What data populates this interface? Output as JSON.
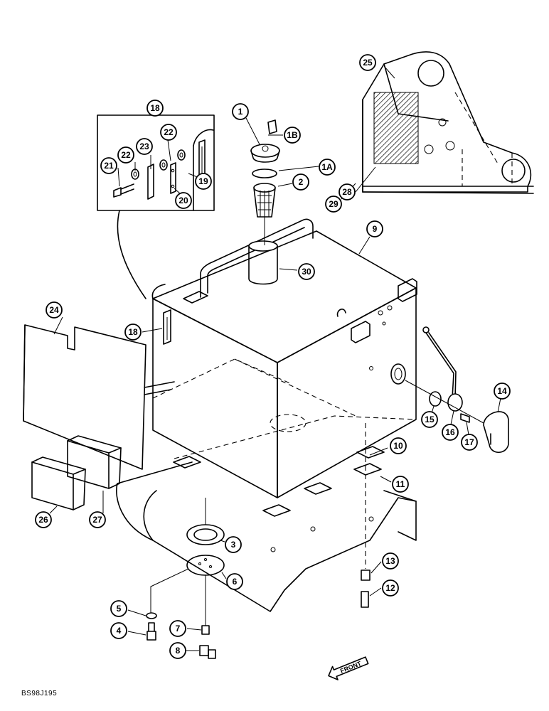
{
  "drawing": {
    "code": "BS98J195",
    "front_label": "FRONT"
  },
  "callouts": [
    {
      "id": "c1",
      "label": "1"
    },
    {
      "id": "c1b",
      "label": "1B"
    },
    {
      "id": "c1a",
      "label": "1A"
    },
    {
      "id": "c2",
      "label": "2"
    },
    {
      "id": "c3",
      "label": "3"
    },
    {
      "id": "c4",
      "label": "4"
    },
    {
      "id": "c5",
      "label": "5"
    },
    {
      "id": "c6",
      "label": "6"
    },
    {
      "id": "c7",
      "label": "7"
    },
    {
      "id": "c8",
      "label": "8"
    },
    {
      "id": "c9",
      "label": "9"
    },
    {
      "id": "c10",
      "label": "10"
    },
    {
      "id": "c11",
      "label": "11"
    },
    {
      "id": "c12",
      "label": "12"
    },
    {
      "id": "c13",
      "label": "13"
    },
    {
      "id": "c14",
      "label": "14"
    },
    {
      "id": "c15",
      "label": "15"
    },
    {
      "id": "c16",
      "label": "16"
    },
    {
      "id": "c17",
      "label": "17"
    },
    {
      "id": "c18a",
      "label": "18"
    },
    {
      "id": "c18b",
      "label": "18"
    },
    {
      "id": "c19",
      "label": "19"
    },
    {
      "id": "c20",
      "label": "20"
    },
    {
      "id": "c21",
      "label": "21"
    },
    {
      "id": "c22a",
      "label": "22"
    },
    {
      "id": "c22b",
      "label": "22"
    },
    {
      "id": "c23",
      "label": "23"
    },
    {
      "id": "c24",
      "label": "24"
    },
    {
      "id": "c25",
      "label": "25"
    },
    {
      "id": "c26",
      "label": "26"
    },
    {
      "id": "c27",
      "label": "27"
    },
    {
      "id": "c28",
      "label": "28"
    },
    {
      "id": "c29",
      "label": "29"
    },
    {
      "id": "c30",
      "label": "30"
    }
  ]
}
